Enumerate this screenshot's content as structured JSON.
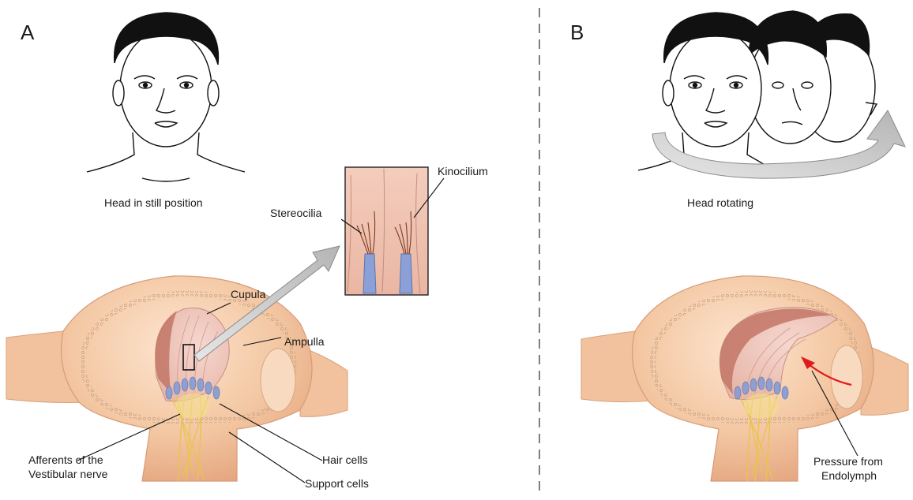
{
  "panel_a": {
    "letter": "A",
    "head_caption": "Head in still position",
    "labels": {
      "kinocilium": "Kinocilium",
      "stereocilia": "Stereocilia",
      "cupula": "Cupula",
      "ampulla": "Ampulla",
      "afferents_line1": "Afferents of the",
      "afferents_line2": "Vestibular nerve",
      "hair_cells": "Hair cells",
      "support_cells": "Support cells"
    }
  },
  "panel_b": {
    "letter": "B",
    "head_caption": "Head rotating",
    "labels": {
      "pressure_line1": "Pressure from",
      "pressure_line2": "Endolymph"
    }
  },
  "colors": {
    "tissue": "#f3c9a6",
    "tissue_dark": "#e3a983",
    "cupula": "#c47a6a",
    "nerve": "#f2d77a",
    "hair_cell": "#7f93c9",
    "arrow_gray": "#c9c9c9",
    "pressure_arrow": "#e01b1b",
    "divider": "#555555"
  }
}
